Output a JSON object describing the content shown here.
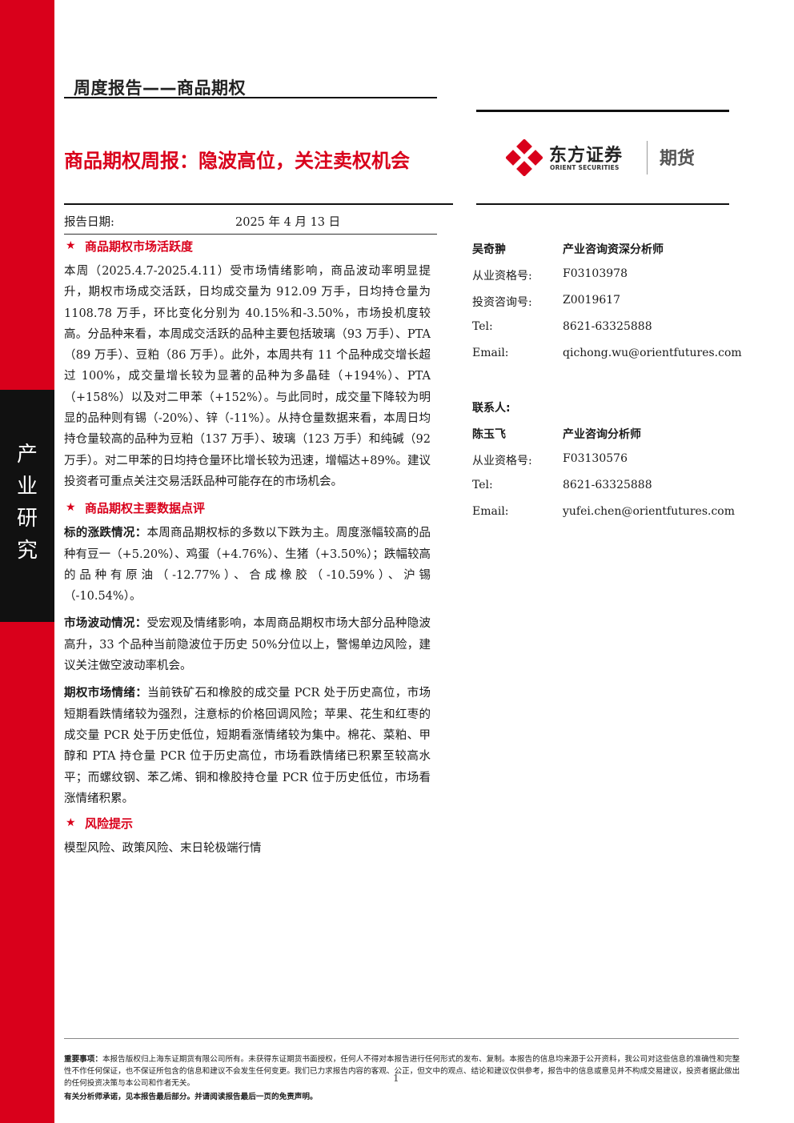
{
  "sidebar": {
    "chars": [
      "产",
      "业",
      "研",
      "究"
    ],
    "colors": {
      "red": "#d9001b",
      "black": "#111111"
    }
  },
  "header": {
    "report_type": "周度报告——商品期权",
    "title": "商品期权周报：隐波高位，关注卖权机会"
  },
  "logo": {
    "cn": "东方证券",
    "en": "ORIENT SECURITIES",
    "futures": "期货",
    "icon": "orient-securities-logo-icon"
  },
  "report_date": {
    "label": "报告日期:",
    "value": "2025 年 4 月 13 日"
  },
  "sections": {
    "activity": {
      "heading": "商品期权市场活跃度",
      "body": "本周（2025.4.7-2025.4.11）受市场情绪影响，商品波动率明显提升，期权市场成交活跃，日均成交量为 912.09 万手，日均持仓量为 1108.78 万手，环比变化分别为 40.15%和-3.50%，市场投机度较高。分品种来看，本周成交活跃的品种主要包括玻璃（93 万手）、PTA（89 万手）、豆粕（86 万手）。此外，本周共有 11 个品种成交增长超过 100%，成交量增长较为显著的品种为多晶硅（+194%）、PTA（+158%）以及对二甲苯（+152%）。与此同时，成交量下降较为明显的品种则有锡（-20%）、锌（-11%）。从持仓量数据来看，本周日均持仓量较高的品种为豆粕（137 万手）、玻璃（123 万手）和纯碱（92 万手）。对二甲苯的日均持仓量环比增长较为迅速，增幅达+89%。建议投资者可重点关注交易活跃品种可能存在的市场机会。"
    },
    "data": {
      "heading": "商品期权主要数据点评",
      "items": [
        {
          "label": "标的涨跌情况：",
          "text": "本周商品期权标的多数以下跌为主。周度涨幅较高的品种有豆一（+5.20%）、鸡蛋（+4.76%）、生猪（+3.50%）；跌幅较高的品种有原油（-12.77%）、合成橡胶（-10.59%）、沪锡（-10.54%）。"
        },
        {
          "label": "市场波动情况：",
          "text": "受宏观及情绪影响，本周商品期权市场大部分品种隐波高升，33 个品种当前隐波位于历史 50%分位以上，警惕单边风险，建议关注做空波动率机会。"
        },
        {
          "label": "期权市场情绪：",
          "text": "当前铁矿石和橡胶的成交量 PCR 处于历史高位，市场短期看跌情绪较为强烈，注意标的价格回调风险；苹果、花生和红枣的成交量 PCR 处于历史低位，短期看涨情绪较为集中。棉花、菜粕、甲醇和 PTA 持仓量 PCR 位于历史高位，市场看跌情绪已积累至较高水平；而螺纹钢、苯乙烯、铜和橡胶持仓量 PCR 位于历史低位，市场看涨情绪积累。"
        }
      ]
    },
    "risk": {
      "heading": "风险提示",
      "body": "模型风险、政策风险、末日轮极端行情"
    }
  },
  "analyst": {
    "name": "吴奇翀",
    "title": "产业咨询资深分析师",
    "rows": [
      {
        "label": "从业资格号:",
        "value": "F03103978"
      },
      {
        "label": "投资咨询号:",
        "value": "Z0019617"
      },
      {
        "label": "Tel:",
        "value": "8621-63325888"
      },
      {
        "label": "Email:",
        "value": "qichong.wu@orientfutures.com"
      }
    ]
  },
  "contact": {
    "heading": "联系人:",
    "name": "陈玉飞",
    "title": "产业咨询分析师",
    "rows": [
      {
        "label": "从业资格号:",
        "value": "F03130576"
      },
      {
        "label": "Tel:",
        "value": "8621-63325888"
      },
      {
        "label": "Email:",
        "value": "yufei.chen@orientfutures.com"
      }
    ]
  },
  "footer": {
    "disclaimer_label": "重要事项：",
    "disclaimer": "本报告版权归上海东证期货有限公司所有。未获得东证期货书面授权，任何人不得对本报告进行任何形式的发布、复制。本报告的信息均来源于公开资料，我公司对这些信息的准确性和完整性不作任何保证，也不保证所包含的信息和建议不会发生任何变更。我们已力求报告内容的客观、公正，但文中的观点、结论和建议仅供参考，报告中的信息或意见并不构成交易建议，投资者据此做出的任何投资决策与本公司和作者无关。",
    "analyst_note": "有关分析师承诺，见本报告最后部分。并请阅读报告最后一页的免责声明。",
    "page_number": "1"
  }
}
